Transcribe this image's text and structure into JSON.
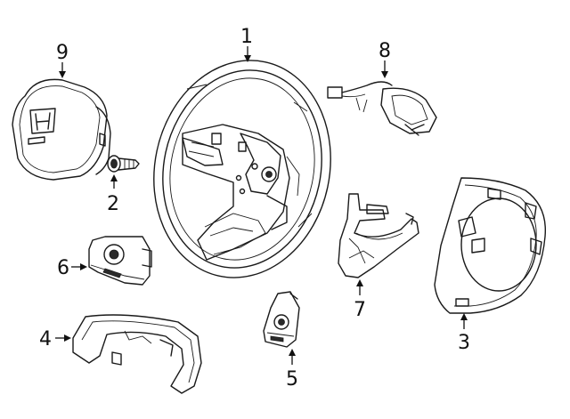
{
  "callouts": [
    {
      "id": "1",
      "label": "1"
    },
    {
      "id": "2",
      "label": "2"
    },
    {
      "id": "3",
      "label": "3"
    },
    {
      "id": "4",
      "label": "4"
    },
    {
      "id": "5",
      "label": "5"
    },
    {
      "id": "6",
      "label": "6"
    },
    {
      "id": "7",
      "label": "7"
    },
    {
      "id": "8",
      "label": "8"
    },
    {
      "id": "9",
      "label": "9"
    }
  ],
  "colors": {
    "line": "#1a1a1a",
    "background": "#ffffff"
  },
  "icons": [
    "honda-logo-icon"
  ]
}
